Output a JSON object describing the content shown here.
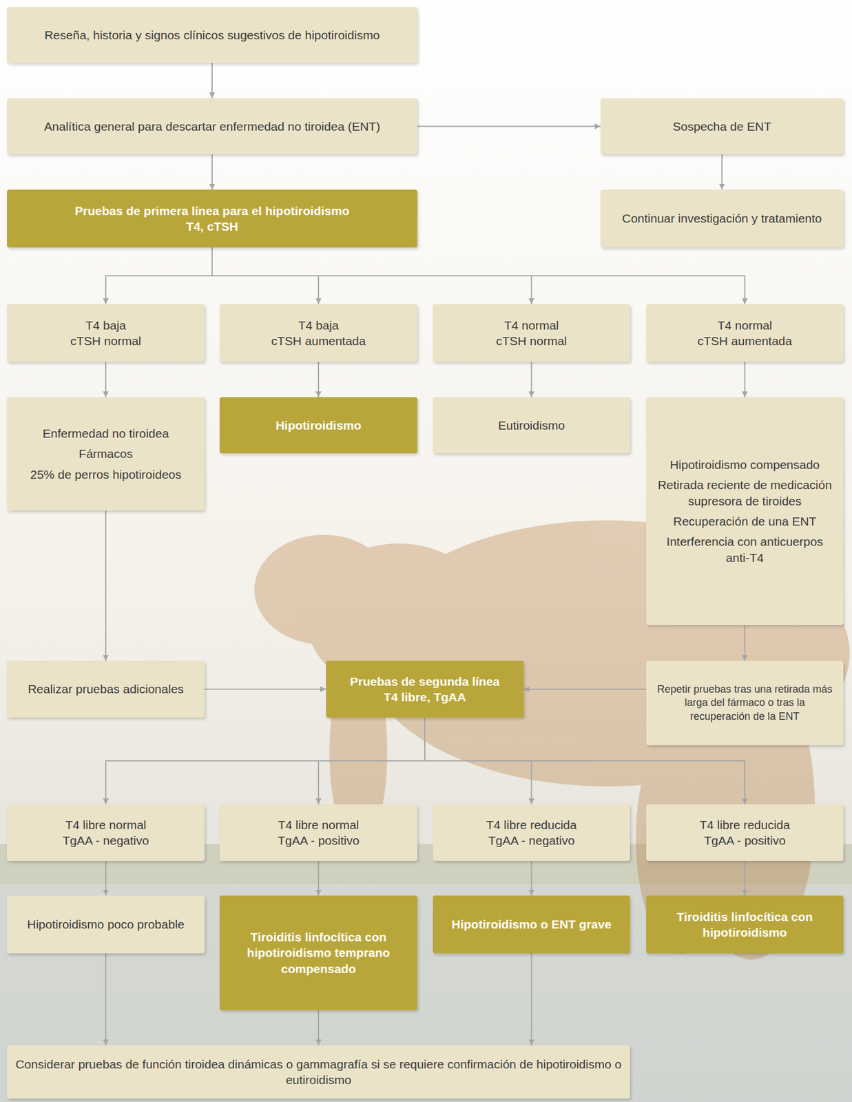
{
  "diagram": {
    "nodes": [
      {
        "text": [
          "Reseña, historia y signos clínicos sugestivos de hipotiroidismo"
        ]
      },
      {
        "text": [
          "Analítica general para descartar enfermedad no tiroidea (ENT)"
        ]
      },
      {
        "text": [
          "Sospecha de ENT"
        ]
      },
      {
        "text": [
          "Pruebas de primera línea para el hipotiroidismo",
          "T4, cTSH"
        ]
      },
      {
        "text": [
          "Continuar investigación y tratamiento"
        ]
      },
      {
        "text": [
          "T4 baja",
          "cTSH normal"
        ]
      },
      {
        "text": [
          "T4 baja",
          "cTSH aumentada"
        ]
      },
      {
        "text": [
          "T4 normal",
          "cTSH normal"
        ]
      },
      {
        "text": [
          "T4 normal",
          "cTSH aumentada"
        ]
      },
      {
        "text": [
          "Enfermedad no tiroidea",
          "Fármacos",
          "25% de perros hipotiroideos"
        ]
      },
      {
        "text": [
          "Hipotiroidismo"
        ]
      },
      {
        "text": [
          "Eutiroidismo"
        ]
      },
      {
        "text": [
          "Hipotiroidismo compensado",
          "Retirada reciente de medicación supresora de tiroides",
          "Recuperación de una ENT",
          "Interferencia con anticuerpos anti-T4"
        ]
      },
      {
        "text": [
          "Realizar pruebas adicionales"
        ]
      },
      {
        "text": [
          "Pruebas de segunda línea",
          "T4 libre, TgAA"
        ]
      },
      {
        "text": [
          "Repetir pruebas tras una retirada más larga del fármaco o tras la recuperación de la ENT"
        ]
      },
      {
        "text": [
          "T4 libre normal",
          "TgAA - negativo"
        ]
      },
      {
        "text": [
          "T4 libre normal",
          "TgAA - positivo"
        ]
      },
      {
        "text": [
          "T4 libre reducida",
          "TgAA - negativo"
        ]
      },
      {
        "text": [
          "T4 libre reducida",
          "TgAA - positivo"
        ]
      },
      {
        "text": [
          "Hipotiroidismo poco probable"
        ]
      },
      {
        "text": [
          "Tiroiditis linfocítica con hipotiroidismo temprano compensado"
        ]
      },
      {
        "text": [
          "Hipotiroidismo o ENT grave"
        ]
      },
      {
        "text": [
          "Tiroiditis linfocítica con hipotiroidismo"
        ]
      },
      {
        "text": [
          "Considerar pruebas de función tiroidea dinámicas o gammagrafía si se requiere confirmación de hipotiroidismo o eutiroidismo"
        ]
      }
    ],
    "edges": [
      {
        "from": 0,
        "to": 1,
        "arrow": "to"
      },
      {
        "from": 1,
        "to": 2,
        "arrow": "to"
      },
      {
        "from": 1,
        "to": 3,
        "arrow": "to"
      },
      {
        "from": 2,
        "to": 4,
        "arrow": "to"
      },
      {
        "from": 3,
        "to": 5,
        "arrow": "to"
      },
      {
        "from": 3,
        "to": 6,
        "arrow": "to"
      },
      {
        "from": 3,
        "to": 7,
        "arrow": "to"
      },
      {
        "from": 3,
        "to": 8,
        "arrow": "to"
      },
      {
        "from": 5,
        "to": 9,
        "arrow": "to"
      },
      {
        "from": 6,
        "to": 10,
        "arrow": "to"
      },
      {
        "from": 7,
        "to": 11,
        "arrow": "to"
      },
      {
        "from": 8,
        "to": 12,
        "arrow": "to"
      },
      {
        "from": 9,
        "to": 13,
        "arrow": "to"
      },
      {
        "from": 13,
        "to": 14,
        "arrow": "to"
      },
      {
        "from": 12,
        "to": 15,
        "arrow": "to"
      },
      {
        "from": 15,
        "to": 14,
        "arrow": "to"
      },
      {
        "from": 14,
        "to": 16,
        "arrow": "to"
      },
      {
        "from": 14,
        "to": 17,
        "arrow": "to"
      },
      {
        "from": 14,
        "to": 18,
        "arrow": "to"
      },
      {
        "from": 14,
        "to": 19,
        "arrow": "to"
      },
      {
        "from": 16,
        "to": 20,
        "arrow": "to"
      },
      {
        "from": 17,
        "to": 21,
        "arrow": "to"
      },
      {
        "from": 18,
        "to": 22,
        "arrow": "to"
      },
      {
        "from": 19,
        "to": 23,
        "arrow": "to"
      },
      {
        "from": 20,
        "to": 24,
        "arrow": "to"
      },
      {
        "from": 21,
        "to": 24,
        "arrow": "to"
      },
      {
        "from": 22,
        "to": 24,
        "arrow": "to"
      }
    ]
  }
}
